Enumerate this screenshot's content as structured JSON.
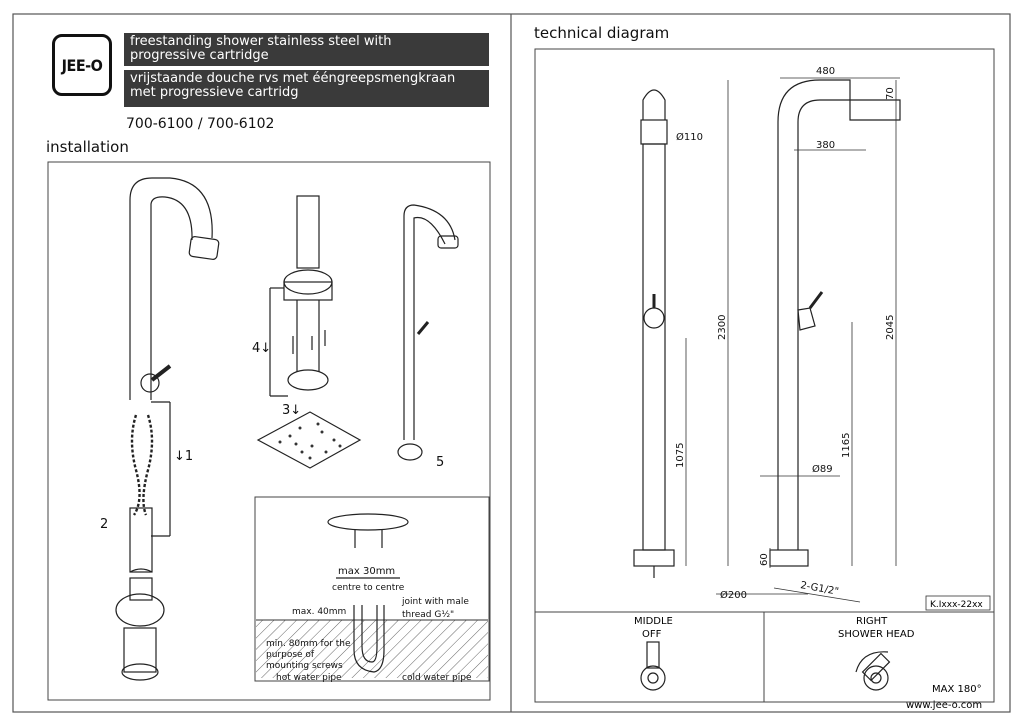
{
  "header": {
    "logo_text": "JEE-O",
    "title_en_line1": "freestanding shower stainless steel with",
    "title_en_line2": "progressive cartridge",
    "title_nl_line1": "vrijstaande douche rvs met ééngreepsmengkraan",
    "title_nl_line2": "met progressieve cartridg",
    "product_code": "700-6100 / 700-6102"
  },
  "installation": {
    "heading": "installation",
    "steps": [
      "1",
      "2",
      "3",
      "4",
      "5"
    ],
    "detail": {
      "spacing": "max 30mm",
      "centre": "centre to centre",
      "max_depth": "max. 40mm",
      "joint_line1": "joint with male",
      "joint_line2": "thread G½\"",
      "min_line1": "min. 80mm for the",
      "min_line2": "purpose of",
      "min_line3": "mounting screws",
      "hot_pipe": "hot water pipe",
      "cold_pipe": "cold water pipe"
    }
  },
  "technical": {
    "heading": "technical diagram",
    "dims": {
      "d110": "Ø110",
      "w480": "480",
      "h70": "70",
      "w380": "380",
      "h2300": "2300",
      "h2045": "2045",
      "h1075": "1075",
      "h1165": "1165",
      "d89": "Ø89",
      "h60": "60",
      "thread": "2-G1/2\"",
      "d200": "Ø200"
    },
    "ref": "K.Ixxx-22xx",
    "middle_line1": "MIDDLE",
    "middle_line2": "OFF",
    "right_line1": "RIGHT",
    "right_line2": "SHOWER HEAD",
    "max_angle": "MAX 180°",
    "website": "www.jee-o.com"
  }
}
